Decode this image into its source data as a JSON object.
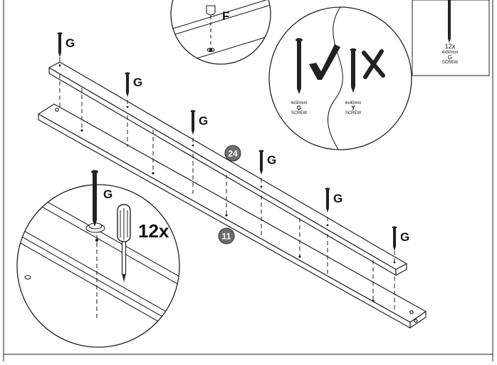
{
  "labels": {
    "screw_g": "G",
    "dowel_f": "F",
    "quantity": "12x"
  },
  "badges": {
    "rail": "24",
    "board": "11"
  },
  "screw_compare": {
    "correct": {
      "size": "4x50mm",
      "letter": "G",
      "type": "SCREW"
    },
    "wrong": {
      "size": "4x40mm",
      "letter": "Y",
      "type": "SCREW"
    }
  },
  "parts_box": {
    "count": "12x",
    "size": "4x50mm",
    "letter": "G",
    "type": "SCREW"
  }
}
